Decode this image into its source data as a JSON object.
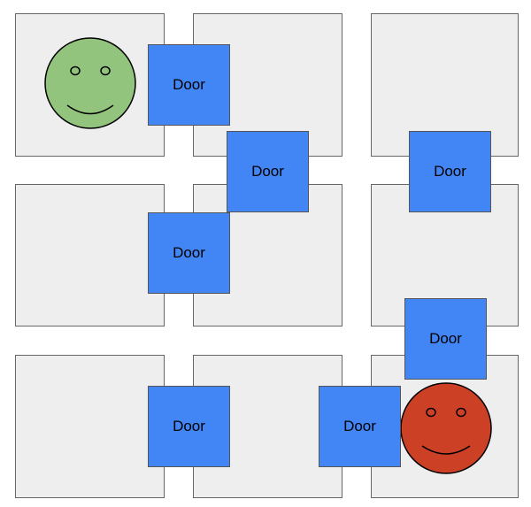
{
  "colors": {
    "room_fill": "#eeeeee",
    "door_fill": "#4285f4",
    "start_face": "#93c47d",
    "goal_face": "#cc4125",
    "outline": "#000000"
  },
  "rooms": [
    {
      "id": "room-r1-c1"
    },
    {
      "id": "room-r1-c2"
    },
    {
      "id": "room-r1-c3"
    },
    {
      "id": "room-r2-c1"
    },
    {
      "id": "room-r2-c2"
    },
    {
      "id": "room-r2-c3"
    },
    {
      "id": "room-r3-c1"
    },
    {
      "id": "room-r3-c2"
    },
    {
      "id": "room-r3-c3"
    }
  ],
  "doors": [
    {
      "id": "door-r1-c1-c2",
      "label": "Door"
    },
    {
      "id": "door-r1r2-c2",
      "label": "Door"
    },
    {
      "id": "door-r1r2-c3",
      "label": "Door"
    },
    {
      "id": "door-r2-c1-c2",
      "label": "Door"
    },
    {
      "id": "door-r2r3-c3",
      "label": "Door"
    },
    {
      "id": "door-r3-c1-c2",
      "label": "Door"
    },
    {
      "id": "door-r3-c2-c3",
      "label": "Door"
    }
  ],
  "faces": [
    {
      "id": "start-smiley-icon",
      "color": "#93c47d"
    },
    {
      "id": "goal-smiley-icon",
      "color": "#cc4125"
    }
  ]
}
